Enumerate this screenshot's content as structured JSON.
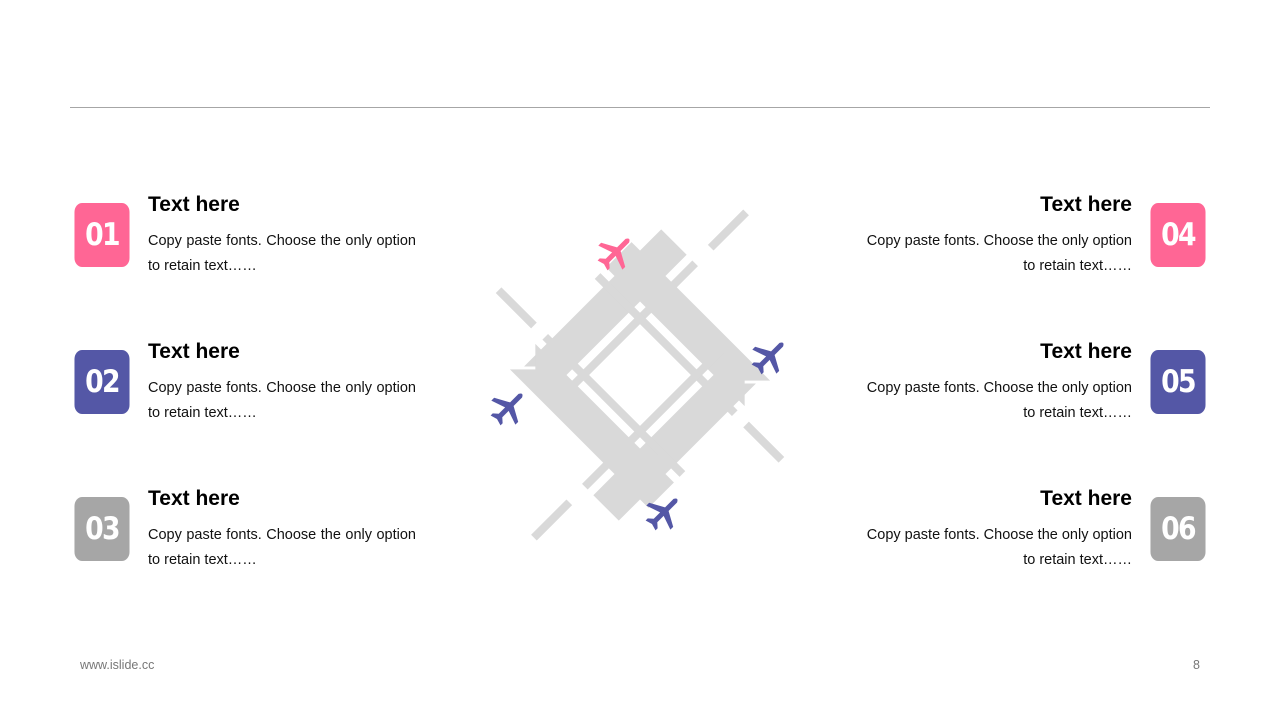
{
  "colors": {
    "pink": "#ff6695",
    "indigo": "#5457a6",
    "gray": "#a6a6a6",
    "track": "#d9d9d9"
  },
  "items": [
    {
      "num": "01",
      "title": "Text here",
      "desc": "Copy paste fonts. Choose the only option to retain text……",
      "color": "#ff6695"
    },
    {
      "num": "02",
      "title": "Text here",
      "desc": "Copy paste fonts. Choose the only option to retain text……",
      "color": "#5457a6"
    },
    {
      "num": "03",
      "title": "Text here",
      "desc": "Copy paste fonts. Choose the only option to retain text……",
      "color": "#a6a6a6"
    },
    {
      "num": "04",
      "title": "Text here",
      "desc": "Copy paste fonts. Choose the only option to retain text……",
      "color": "#ff6695"
    },
    {
      "num": "05",
      "title": "Text here",
      "desc": "Copy paste fonts. Choose the only option to retain text……",
      "color": "#5457a6"
    },
    {
      "num": "06",
      "title": "Text here",
      "desc": "Copy paste fonts. Choose the only option to retain text……",
      "color": "#a6a6a6"
    }
  ],
  "diagram": {
    "icons": [
      "airplane-icon",
      "airplane-icon",
      "airplane-icon",
      "airplane-icon"
    ],
    "plane_colors": [
      "#ff6695",
      "#5457a6",
      "#5457a6",
      "#5457a6"
    ]
  },
  "footer": {
    "url": "www.islide.cc",
    "page": "8"
  }
}
